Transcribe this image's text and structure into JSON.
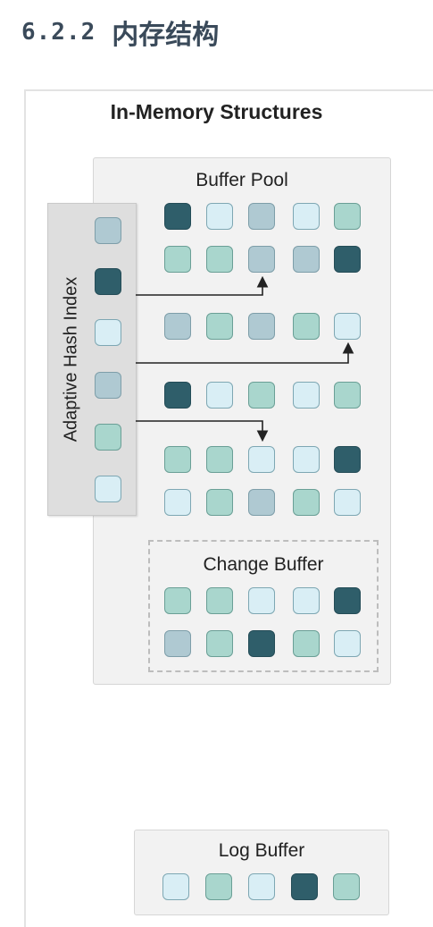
{
  "heading": {
    "number": "6.2.2",
    "text": "内存结构"
  },
  "diagram": {
    "title": "In-Memory Structures",
    "buffer_pool": {
      "label": "Buffer Pool",
      "rows": [
        [
          "dark",
          "pale",
          "blue",
          "pale",
          "teal"
        ],
        [
          "teal",
          "teal",
          "blue",
          "blue",
          "dark"
        ],
        [
          "blue",
          "teal",
          "blue",
          "teal",
          "pale"
        ],
        [
          "dark",
          "pale",
          "teal",
          "pale",
          "teal"
        ],
        [
          "teal",
          "teal",
          "pale",
          "pale",
          "dark"
        ],
        [
          "pale",
          "teal",
          "blue",
          "teal",
          "pale"
        ]
      ]
    },
    "change_buffer": {
      "label": "Change Buffer",
      "rows": [
        [
          "teal",
          "teal",
          "pale",
          "pale",
          "dark"
        ],
        [
          "blue",
          "teal",
          "dark",
          "teal",
          "pale"
        ]
      ]
    },
    "adaptive_hash_index": {
      "label": "Adaptive Hash Index",
      "cells": [
        "blue",
        "dark",
        "pale",
        "blue",
        "teal",
        "pale"
      ]
    },
    "log_buffer": {
      "label": "Log Buffer",
      "cells": [
        "pale",
        "teal",
        "pale",
        "dark",
        "teal"
      ]
    }
  },
  "colors": {
    "dark": "#2f5e6a",
    "teal": "#a9d6cd",
    "blue": "#afc9d2",
    "pale": "#d9eef5",
    "panel": "#f2f2f2",
    "heading": "#3a4a5a"
  }
}
